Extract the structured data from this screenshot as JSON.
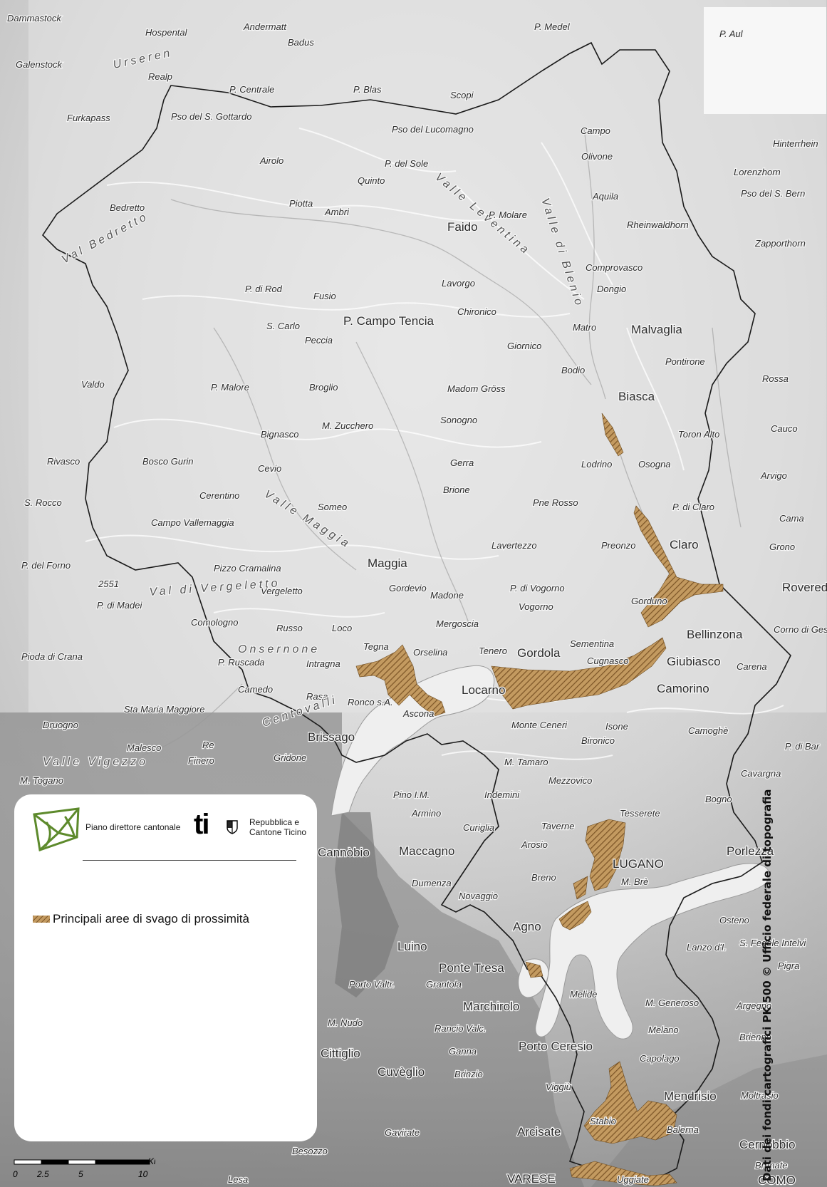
{
  "map": {
    "credit": "Dati dei fondi cartografici PK 500 © Ufficio federale di topografia",
    "colors": {
      "relief_light": "#efefef",
      "relief_mid": "#c9c9c9",
      "relief_dark": "#8a8a8a",
      "lake": "#efefef",
      "recreation_area": "#a87a3c",
      "border": "#1a1a1a"
    },
    "labels": {
      "dammastock": "Dammastock",
      "hospental": "Hospental",
      "andermatt": "Andermatt",
      "badus": "Badus",
      "p_medel": "P. Medel",
      "p_aul": "P. Aul",
      "galenstock": "Galenstock",
      "urseren": "Urseren",
      "realp": "Realp",
      "p_centrale": "P. Centrale",
      "p_blas": "P. Blas",
      "scopi": "Scopi",
      "furkapass": "Furkapass",
      "pso_gottardo": "Pso del S. Gottardo",
      "pso_lucomagno": "Pso del Lucomagno",
      "campo": "Campo",
      "airolo": "Airolo",
      "p_del_sole": "P. del Sole",
      "olivone": "Olivone",
      "hinterrhein": "Hinterrhein",
      "lorenzhorn": "Lorenzhorn",
      "pso_s_bern": "Pso del S. Bern",
      "bedretto": "Bedretto",
      "quinto": "Quinto",
      "piotta": "Piotta",
      "ambri": "Ambri",
      "faido": "Faido",
      "p_molare": "P. Molare",
      "aquila": "Aquila",
      "val_bedretto": "Val Bedretto",
      "valle_leventina": "Valle Leventina",
      "valle_di_blenio": "Valle di Blenio",
      "rheinwaldhorn": "Rheinwaldhorn",
      "zapporthorn": "Zapporthorn",
      "comprovasco": "Comprovasco",
      "dongio": "Dongio",
      "lavorgo": "Lavorgo",
      "p_campo_tencia": "P. Campo Tencia",
      "malvaglia": "Malvaglia",
      "pontirone": "Pontirone",
      "p_di_rod": "P. di Rod",
      "fusio": "Fusio",
      "s_carlo": "S. Carlo",
      "peccia": "Peccia",
      "chironico": "Chironico",
      "giornico": "Giornico",
      "matro": "Matro",
      "bodio": "Bodio",
      "biasca": "Biasca",
      "rossa": "Rossa",
      "p_malore": "P. Malore",
      "broglio": "Broglio",
      "madom_gross": "Madom Gröss",
      "sonogno": "Sonogno",
      "bignasco": "Bignasco",
      "m_zucchero": "M. Zucchero",
      "valdo": "Valdo",
      "cevio": "Cevio",
      "bosco_gurin": "Bosco Gurin",
      "gerra": "Gerra",
      "brione": "Brione",
      "osogna": "Osogna",
      "lodrino": "Lodrino",
      "toron_alto": "Toron Alto",
      "cauco": "Cauco",
      "arvigo": "Arvigo",
      "rivasco": "Rivasco",
      "s_rocco": "S. Rocco",
      "cerentino": "Cerentino",
      "campo_vallemaggia": "Campo Vallemaggia",
      "someo": "Someo",
      "pne_rosso": "Pne Rosso",
      "p_di_claro": "P. di Claro",
      "cama": "Cama",
      "valle_maggia": "Valle Maggia",
      "maggia": "Maggia",
      "lavertezzo": "Lavertezzo",
      "preonzo": "Preonzo",
      "claro": "Claro",
      "grono": "Grono",
      "pizzo_cramalina": "Pizzo Cramalina",
      "gordevio": "Gordevio",
      "madone": "Madone",
      "p_di_vogorno": "P. di Vogorno",
      "vogorno": "Vogorno",
      "gorduno": "Gorduno",
      "roveredo": "Roveredo",
      "vergeletto": "Vergeletto",
      "val_di_vergeletto": "Val di Vergeletto",
      "p_del_forno": "P. del Forno",
      "comologno": "Comologno",
      "russo": "Russo",
      "loco": "Loco",
      "mergoscia": "Mergoscia",
      "bellinzona": "Bellinzona",
      "sementina": "Sementina",
      "corno_di_gesero": "Corno di Gesero",
      "pioda_di_crana": "Pioda di Crana",
      "onsernone": "Onsernone",
      "tegna": "Tegna",
      "orselina": "Orselina",
      "tenero": "Tenero",
      "gordola": "Gordola",
      "cugnasco": "Cugnasco",
      "giubiasco": "Giubiasco",
      "carena": "Carena",
      "p_ruscada": "P. Ruscada",
      "intragna": "Intragna",
      "locarno": "Locarno",
      "camorino": "Camorino",
      "camedo": "Camedo",
      "rasa": "Rasa",
      "centovalli": "Centovalli",
      "ronco": "Ronco s.A.",
      "ascona": "Ascona",
      "monte_ceneri": "Monte Ceneri",
      "isone": "Isone",
      "camoghe": "Camoghè",
      "sta_maria_maggiore": "Sta Maria Maggiore",
      "druogno": "Druogno",
      "brissago": "Brissago",
      "bironico": "Bironico",
      "p_di_bar": "P. di Bar",
      "malesco": "Malesco",
      "re": "Re",
      "valle_vigezzo": "Valle Vigezzo",
      "finero": "Finero",
      "gridone": "Gridone",
      "m_tamaro": "M. Tamaro",
      "mezzovico": "Mezzovico",
      "cavargna": "Cavargna",
      "m_togano": "M. Togano",
      "pino": "Pino I.M.",
      "indemini": "Indemini",
      "bogno": "Bogno",
      "armino": "Armino",
      "curiglia": "Curiglia",
      "tesserete": "Tesserete",
      "taverne": "Taverne",
      "cannobio": "Cannòbio",
      "maccagno": "Maccagno",
      "arosio": "Arosio",
      "porlezza": "Porlezza",
      "lugano": "LUGANO",
      "m_bre": "M. Brè",
      "breno": "Breno",
      "dumenza": "Dumenza",
      "novaggio": "Novaggio",
      "agno": "Agno",
      "osteno": "Osteno",
      "luino": "Luino",
      "s_fedele": "S. Fedele Intelvi",
      "lanzo": "Lanzo d'I.",
      "ponte_tresa": "Ponte Tresa",
      "grantola": "Grantola",
      "pigra": "Pigra",
      "porto_valtr": "Porto Valtr.",
      "melide": "Melide",
      "m_generoso": "M. Generoso",
      "argegno": "Argegno",
      "marchirolo": "Marchirolo",
      "m_nudo": "M. Nudo",
      "rancio_valc": "Rancio Valc.",
      "melano": "Melano",
      "brienno": "Brienno",
      "cittiglio": "Cittiglio",
      "ganna": "Ganna",
      "porto_ceresio": "Porto Ceresio",
      "capolago": "Capolago",
      "cuveglio": "Cuvèglio",
      "brinzio": "Brinzio",
      "viggiu": "Viggiù",
      "mendrisio": "Mendrisio",
      "moltrasio": "Moltrasio",
      "arcisate": "Arcisate",
      "stabio": "Stabio",
      "balerna": "Balerna",
      "cernobbio": "Cernòbbio",
      "gavirate": "Gavirate",
      "besozzo": "Besozzo",
      "brunate": "Brunate",
      "lesa": "Lesa",
      "varese": "VARESE",
      "como": "COMO",
      "uggiate": "Uggiate",
      "vergeletto_2551": "2551",
      "p_di_madei": "P. di Madei"
    }
  },
  "legend": {
    "plan_title": "Piano direttore cantonale",
    "canton_mark": "ti",
    "gov_line1": "Repubblica e",
    "gov_line2": "Cantone Ticino",
    "entry_label": "Principali aree di svago di prossimità"
  },
  "scale": {
    "unit": "Km",
    "ticks": [
      "0",
      "2.5",
      "5",
      "10"
    ]
  }
}
